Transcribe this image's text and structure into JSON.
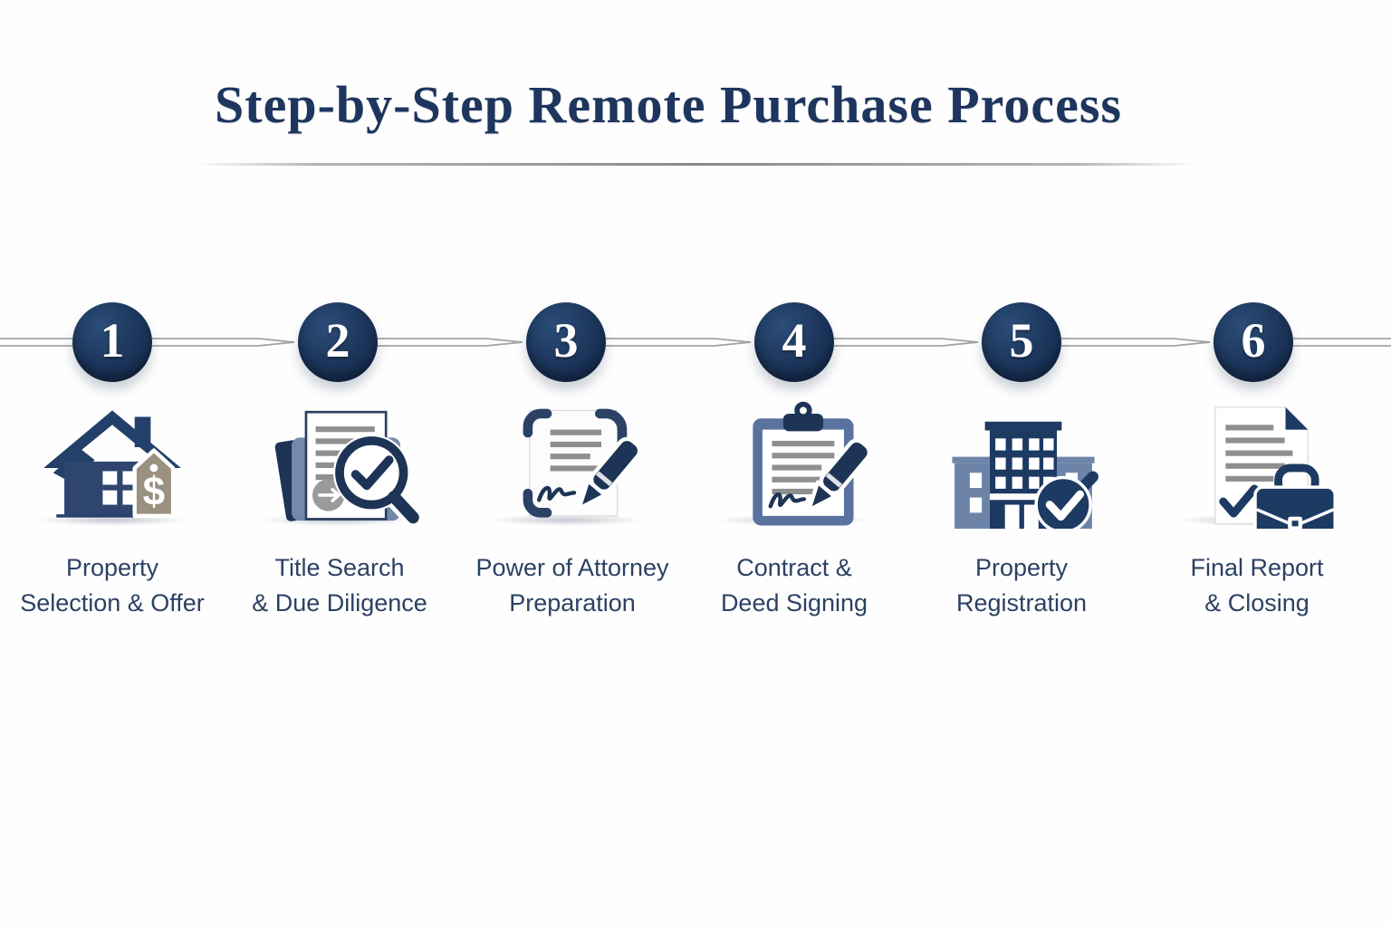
{
  "title": "Step-by-Step Remote Purchase Process",
  "steps": [
    {
      "number": "1",
      "icon": "house-price-tag",
      "label_line1": "Property",
      "label_line2": "Selection & Offer"
    },
    {
      "number": "2",
      "icon": "folder-document-search",
      "label_line1": "Title Search",
      "label_line2": "& Due Diligence"
    },
    {
      "number": "3",
      "icon": "scroll-signature-pen",
      "label_line1": "Power of Attorney",
      "label_line2": "Preparation"
    },
    {
      "number": "4",
      "icon": "clipboard-signature-pen",
      "label_line1": "Contract &",
      "label_line2": "Deed Signing"
    },
    {
      "number": "5",
      "icon": "building-checkmark",
      "label_line1": "Property",
      "label_line2": "Registration"
    },
    {
      "number": "6",
      "icon": "report-briefcase",
      "label_line1": "Final Report",
      "label_line2": "& Closing"
    }
  ],
  "colors": {
    "title_navy": "#1e355e",
    "circle_navy": "#1b3459",
    "icon_navy": "#1d3a63",
    "icon_steel_blue": "#6d84a8",
    "price_tag_taupe": "#9a9180",
    "label_navy": "#2c4163",
    "timeline_gray": "#a6a6a6",
    "document_line_gray": "#8f8f8f",
    "background": "#ffffff"
  }
}
